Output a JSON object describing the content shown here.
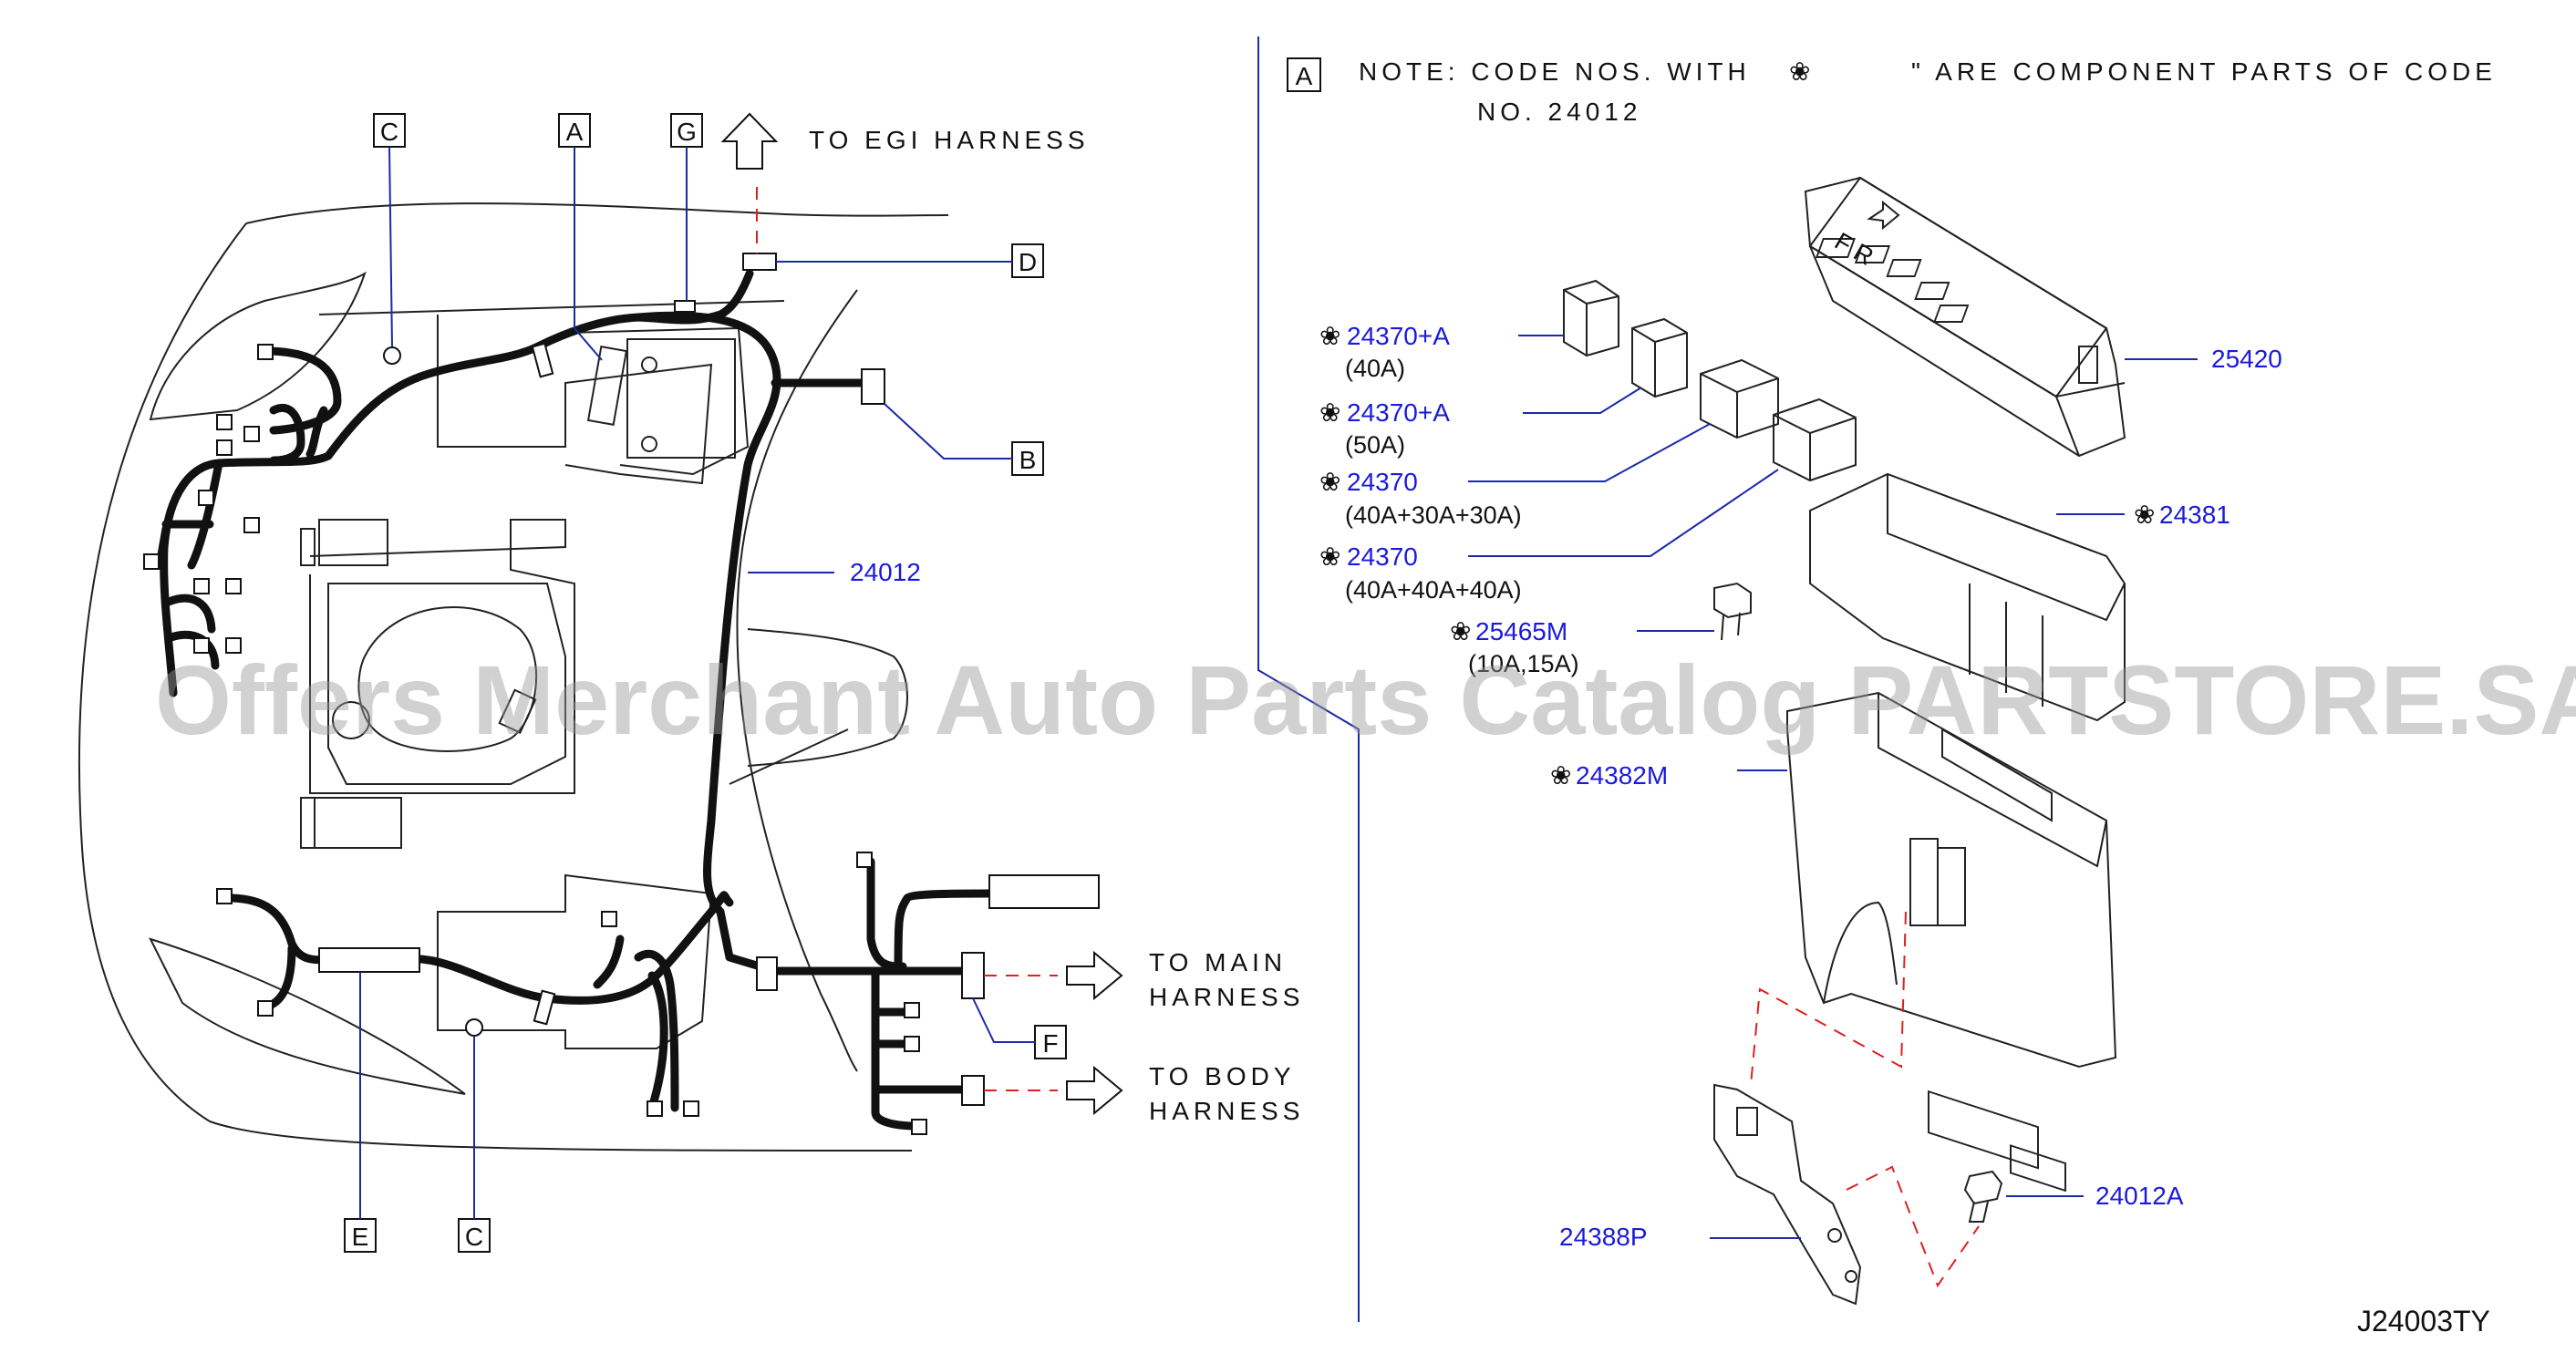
{
  "note": {
    "box_letter": "A",
    "line1_before": "NOTE: CODE NOS. WITH",
    "mark": "❀",
    "line1_after": "\" ARE COMPONENT PARTS OF CODE",
    "line2": "NO. 24012"
  },
  "callout_boxes": {
    "c_top": "C",
    "a_top": "A",
    "g_top": "G",
    "d": "D",
    "b": "B",
    "f": "F",
    "e": "E",
    "c_bottom": "C"
  },
  "destinations": {
    "egi": "TO EGI HARNESS",
    "main_line1": "TO MAIN",
    "main_line2": "HARNESS",
    "body_line1": "TO BODY",
    "body_line2": "HARNESS"
  },
  "harness_part": "24012",
  "parts": [
    {
      "id": "p1",
      "mark": "❀",
      "number": "24370+A",
      "spec": "(40A)"
    },
    {
      "id": "p2",
      "mark": "❀",
      "number": "24370+A",
      "spec": "(50A)"
    },
    {
      "id": "p3",
      "mark": "❀",
      "number": "24370",
      "spec": "(40A+30A+30A)"
    },
    {
      "id": "p4",
      "mark": "❀",
      "number": "24370",
      "spec": "(40A+40A+40A)"
    },
    {
      "id": "p5",
      "mark": "❀",
      "number": "25465M",
      "spec": "(10A,15A)"
    },
    {
      "id": "p6",
      "mark": "❀",
      "number": "24382M",
      "spec": ""
    },
    {
      "id": "p7",
      "mark": "",
      "number": "25420",
      "spec": ""
    },
    {
      "id": "p8",
      "mark": "❀",
      "number": "24381",
      "spec": ""
    },
    {
      "id": "p9",
      "mark": "",
      "number": "24012A",
      "spec": ""
    },
    {
      "id": "p10",
      "mark": "",
      "number": "24388P",
      "spec": ""
    }
  ],
  "fr_label": "F R",
  "watermark": "Offers Merchant Auto Parts Catalog PARTSTORE.SA",
  "diagram_code": "J24003TY",
  "colors": {
    "part_number": "#1a1adc",
    "leader": "#1a2aa8",
    "dashed": "#e02020",
    "line": "#111111"
  }
}
